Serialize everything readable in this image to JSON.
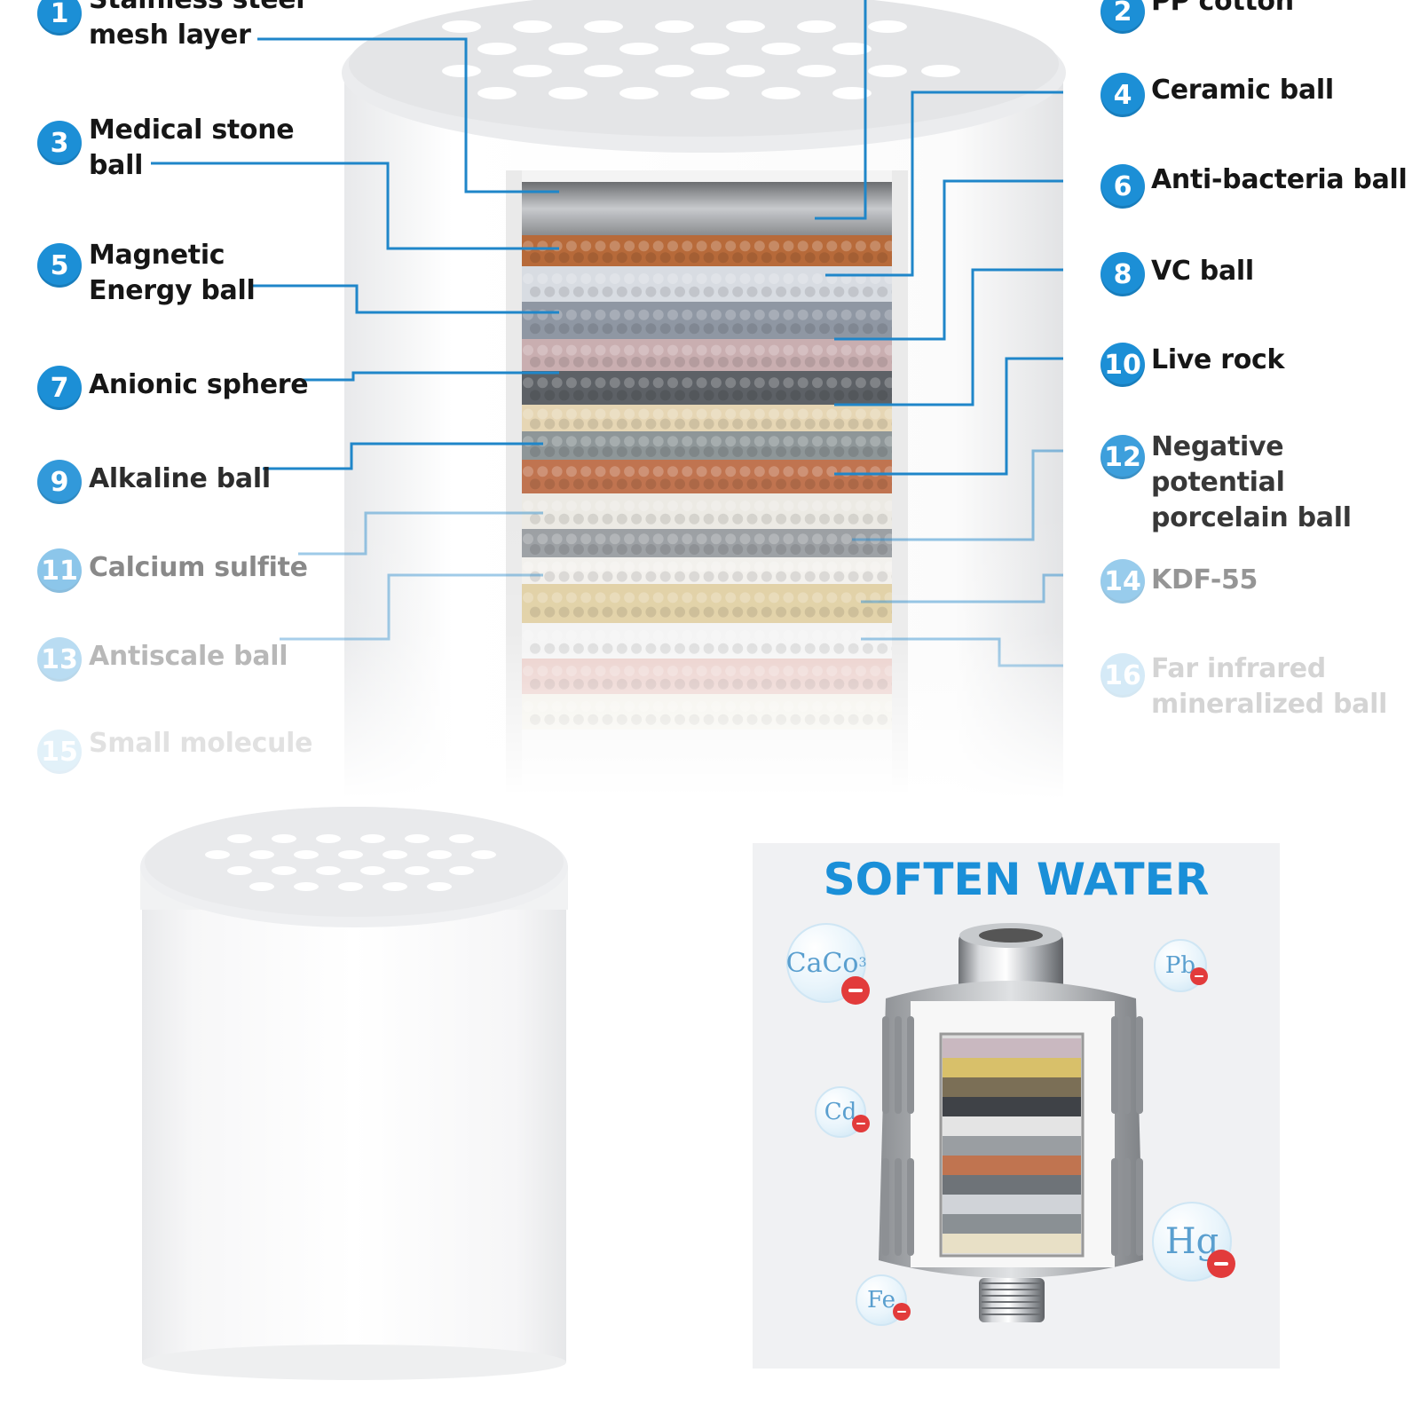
{
  "layers": [
    {
      "num": "1",
      "label": "Stainless steel\nmesh layer"
    },
    {
      "num": "2",
      "label": "PP cotton"
    },
    {
      "num": "3",
      "label": "Medical stone\nball"
    },
    {
      "num": "4",
      "label": "Ceramic ball"
    },
    {
      "num": "5",
      "label": "Magnetic\nEnergy ball"
    },
    {
      "num": "6",
      "label": "Anti-bacteria ball"
    },
    {
      "num": "7",
      "label": "Anionic sphere"
    },
    {
      "num": "8",
      "label": "VC ball"
    },
    {
      "num": "9",
      "label": "Alkaline ball"
    },
    {
      "num": "10",
      "label": "Live rock"
    },
    {
      "num": "11",
      "label": "Calcium sulfite"
    },
    {
      "num": "12",
      "label": "Negative potential\nporcelain ball"
    },
    {
      "num": "13",
      "label": "Antiscale ball"
    },
    {
      "num": "14",
      "label": "KDF-55"
    },
    {
      "num": "15",
      "label": "Small molecule"
    },
    {
      "num": "16",
      "label": "Far infrared\nmineralized ball"
    }
  ],
  "soften_panel": {
    "title": "SOFTEN WATER",
    "elements": [
      {
        "symbol": "CaCo",
        "sub": "3"
      },
      {
        "symbol": "Pb",
        "sub": ""
      },
      {
        "symbol": "Cd",
        "sub": ""
      },
      {
        "symbol": "Hg",
        "sub": ""
      },
      {
        "symbol": "Fe",
        "sub": ""
      }
    ]
  },
  "colors": {
    "badge": "#1c8fd6",
    "line": "#1f86c9",
    "title": "#1a8fd8",
    "minus": "#e23b3b"
  }
}
